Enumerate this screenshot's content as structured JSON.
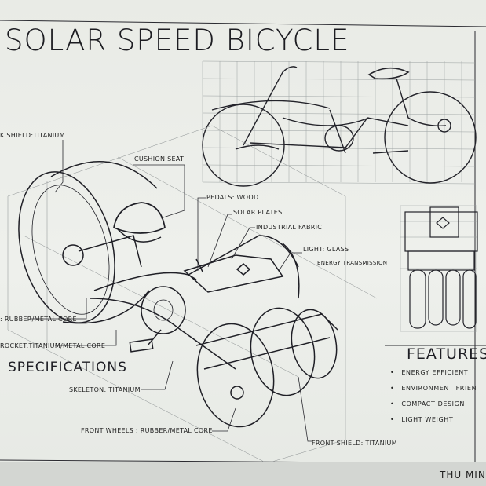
{
  "title": "SOLAR SPEED BICYCLE",
  "labels": {
    "back_shield": "K SHIELD:TITANIUM",
    "cushion_seat": "CUSHION SEAT",
    "pedals": "PEDALS: WOOD",
    "solar_plates": "SOLAR PLATES",
    "industrial_fabric": "INDUSTRIAL FABRIC",
    "light": "LIGHT: GLASS",
    "energy_transmission": "ENERGY TRANSMISSION",
    "rear_wheels": ": RUBBER/METAL CORE",
    "sprocket": "ROCKET:TITANIUM/METAL CORE",
    "skeleton": "SKELETON: TITANIUM",
    "front_wheels": "FRONT WHEELS : RUBBER/METAL CORE",
    "front_shield": "FRONT SHIELD: TITANIUM"
  },
  "specifications_heading": "SPECIFICATIONS",
  "features_heading": "FEATURES",
  "features": [
    "ENERGY EFFICIENT",
    "ENVIRONMENT FRIEN",
    "COMPACT DESIGN",
    "LIGHT WEIGHT"
  ],
  "author": "THU MIN"
}
